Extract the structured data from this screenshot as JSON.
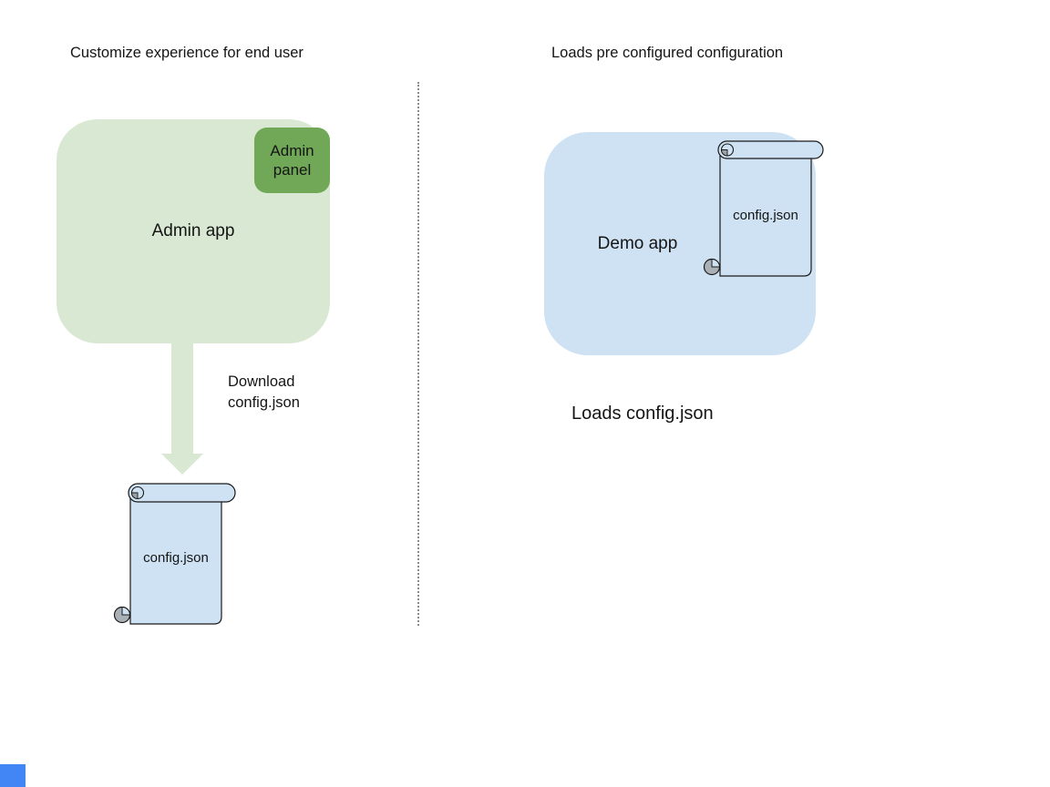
{
  "palette": {
    "light_green": "#d9e8d3",
    "panel_green": "#70a857",
    "light_blue": "#cfe2f3",
    "scroll_curl_gray": "#a9b1b7",
    "divider_gray": "#8d8d8d",
    "text": "#151515",
    "corner_blue": "#4285f4"
  },
  "left": {
    "title": "Customize experience for end user",
    "admin_app_label": "Admin app",
    "admin_panel_label": "Admin panel",
    "arrow_label": "Download\nconfig.json",
    "config_label": "config.json"
  },
  "right": {
    "title": "Loads pre configured configuration",
    "demo_app_label": "Demo app",
    "config_label": "config.json",
    "caption": "Loads config.json"
  }
}
